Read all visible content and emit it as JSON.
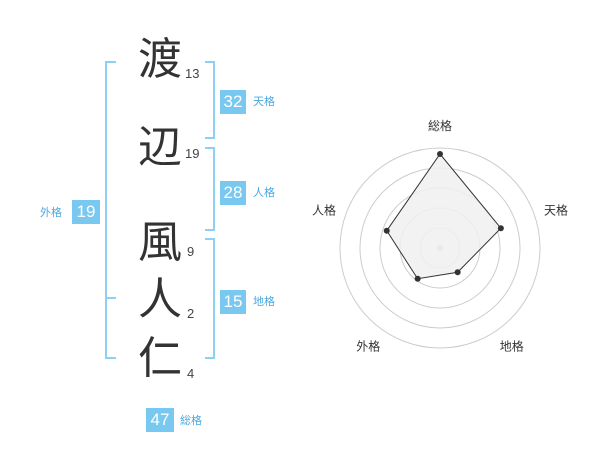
{
  "name": {
    "characters": [
      {
        "char": "渡",
        "strokes": "13"
      },
      {
        "char": "辺",
        "strokes": "19"
      },
      {
        "char": "風",
        "strokes": "9"
      },
      {
        "char": "人",
        "strokes": "2"
      },
      {
        "char": "仁",
        "strokes": "4"
      }
    ]
  },
  "scores": {
    "tenkaku": {
      "value": "32",
      "label": "天格"
    },
    "jinkaku": {
      "value": "28",
      "label": "人格"
    },
    "chikaku": {
      "value": "15",
      "label": "地格"
    },
    "gaikaku": {
      "value": "19",
      "label": "外格"
    },
    "soukaku": {
      "value": "47",
      "label": "総格"
    }
  },
  "colors": {
    "bracket": "#8ed0f4",
    "badge": "#78c8f0",
    "label": "#4aa8e0",
    "radar_fill": "#f0f0f0",
    "radar_line": "#333333"
  },
  "chart_data": {
    "type": "radar",
    "axes": [
      "総格",
      "天格",
      "地格",
      "外格",
      "人格"
    ],
    "values": [
      47,
      32,
      15,
      19,
      28
    ],
    "value_scale_max": 50,
    "rings": 5,
    "grid": true
  }
}
